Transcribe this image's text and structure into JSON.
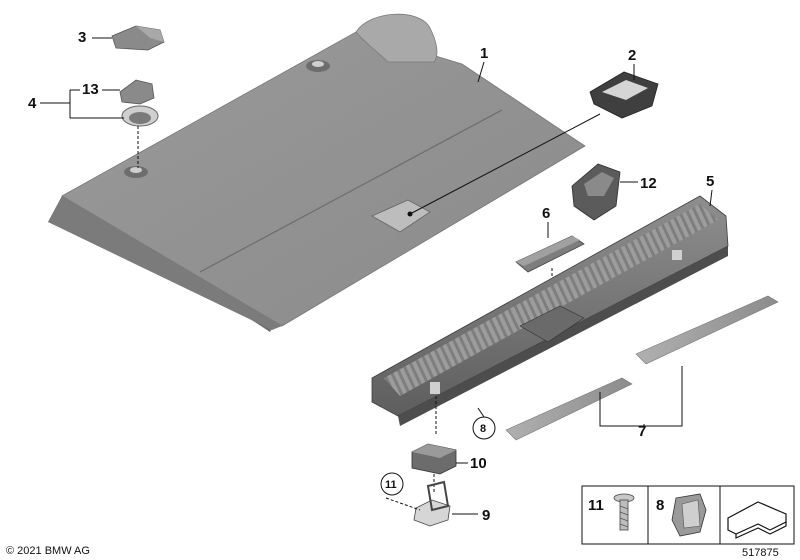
{
  "diagram": {
    "callouts": {
      "c1": "1",
      "c2": "2",
      "c3": "3",
      "c4": "4",
      "c5": "5",
      "c6": "6",
      "c7": "7",
      "c8": "8",
      "c9": "9",
      "c10": "10",
      "c11": "11",
      "c12": "12",
      "c13": "13"
    },
    "circled": {
      "c8": "8",
      "c11": "11"
    },
    "legend": {
      "screw_label": "11",
      "clip_label": "8"
    },
    "copyright": "© 2021 BMW AG",
    "diagram_number": "517875"
  },
  "colors": {
    "panel": "#8f8f8f",
    "panel_light": "#a3a3a3",
    "panel_dark": "#6e6e6e",
    "trim": "#7a7a7a",
    "trim_dark": "#555555",
    "line": "#111111"
  }
}
